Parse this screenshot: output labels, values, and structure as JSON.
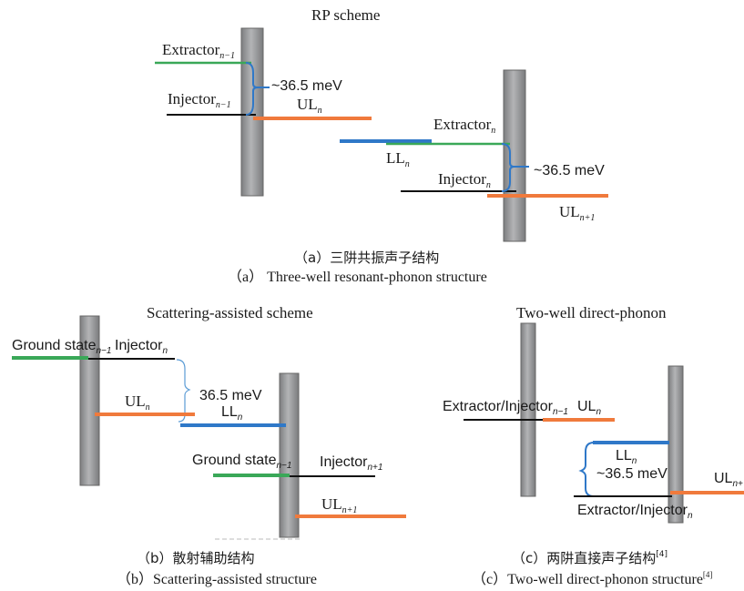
{
  "panel_a": {
    "title": "RP scheme",
    "extractor_prev": "Extractor",
    "extractor_prev_sub": "n−1",
    "injector_prev": "Injector",
    "injector_prev_sub": "n−1",
    "energy_1": "~36.5 meV",
    "ul_n": "UL",
    "ul_n_sub": "n",
    "extractor_n": "Extractor",
    "extractor_n_sub": "n",
    "ll_n": "LL",
    "ll_n_sub": "n",
    "injector_n": "Injector",
    "injector_n_sub": "n",
    "energy_2": "~36.5 meV",
    "ul_next": "UL",
    "ul_next_sub": "n+1",
    "caption_zh": "（a）三阱共振声子结构",
    "caption_en": "（a） Three-well resonant-phonon structure"
  },
  "panel_b": {
    "title": "Scattering-assisted scheme",
    "ground_prev": "Ground state",
    "ground_prev_sub": "n−1",
    "injector_n": "Injector",
    "injector_n_sub": "n",
    "energy": "36.5 meV",
    "ul_n": "UL",
    "ul_n_sub": "n",
    "ll_n": "LL",
    "ll_n_sub": "n",
    "ground_2": "Ground state",
    "ground_2_sub": "n−1",
    "injector_next": "Injector",
    "injector_next_sub": "n+1",
    "ul_next": "UL",
    "ul_next_sub": "n+1",
    "caption_zh": "（b）散射辅助结构",
    "caption_en": "（b）Scattering-assisted structure"
  },
  "panel_c": {
    "title": "Two-well direct-phonon",
    "extinj_prev": "Extractor/Injector",
    "extinj_prev_sub": "n−1",
    "ul_n": "UL",
    "ul_n_sub": "n",
    "ll_n": "LL",
    "ll_n_sub": "n",
    "energy": "~36.5 meV",
    "ul_next": "UL",
    "ul_next_sub": "n+",
    "extinj_n": "Extractor/Injector",
    "extinj_n_sub": "n",
    "caption_zh": "（c）两阱直接声子结构",
    "caption_zh_ref": "[4]",
    "caption_en": "（c）Two-well direct-phonon structure",
    "caption_en_ref": "[4]"
  },
  "colors": {
    "barrier": "#9a9b9d",
    "green": "#3aa858",
    "orange": "#f07a3c",
    "blue": "#2f78c8",
    "black": "#111111"
  }
}
